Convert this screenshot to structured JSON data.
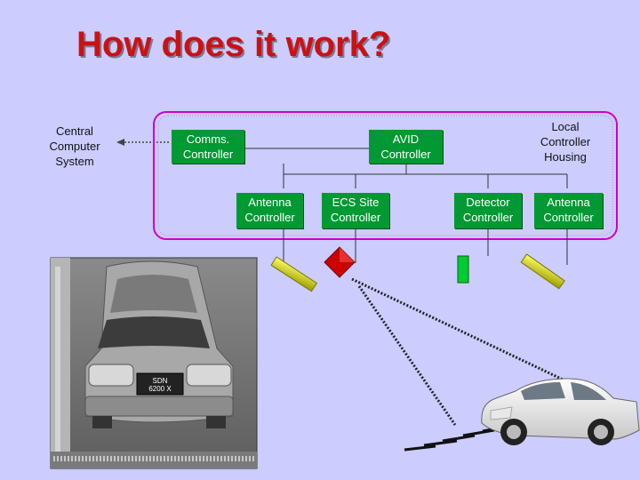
{
  "title": "How does it work?",
  "central": {
    "line1": "Central",
    "line2": "Computer",
    "line3": "System"
  },
  "housing": {
    "line1": "Local",
    "line2": "Controller",
    "line3": "Housing"
  },
  "controllers": {
    "comms": {
      "line1": "Comms.",
      "line2": "Controller"
    },
    "avid": {
      "line1": "AVID",
      "line2": "Controller"
    },
    "antenna1": {
      "line1": "Antenna",
      "line2": "Controller"
    },
    "ecs": {
      "line1": "ECS Site",
      "line2": "Controller"
    },
    "detector": {
      "line1": "Detector",
      "line2": "Controller"
    },
    "antenna2": {
      "line1": "Antenna",
      "line2": "Controller"
    }
  },
  "photo": {
    "plate_line1": "SDN",
    "plate_line2": "6200 X"
  },
  "colors": {
    "background": "#ccccff",
    "title": "#cc1111",
    "controller_box": "#009933",
    "housing_border": "#cc00cc",
    "antenna": "#cccc00",
    "ecs_device": "#cc0000",
    "detector_device": "#00cc33"
  }
}
